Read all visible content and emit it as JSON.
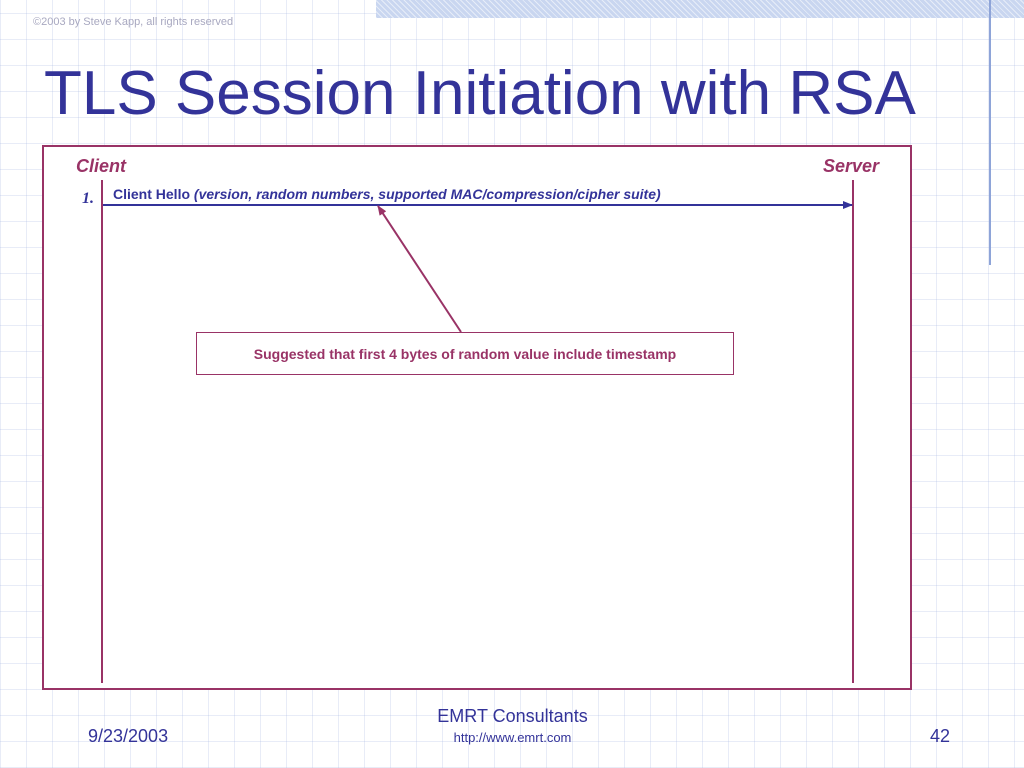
{
  "slide": {
    "copyright": "©2003 by Steve Kapp, all rights reserved",
    "title": "TLS Session Initiation with RSA"
  },
  "diagram": {
    "client_label": "Client",
    "server_label": "Server",
    "steps": [
      {
        "number": "1.",
        "message": "Client Hello",
        "params": "(version, random numbers, supported MAC/compression/cipher suite)"
      }
    ],
    "callout": "Suggested that first 4 bytes of random value include timestamp"
  },
  "footer": {
    "date": "9/23/2003",
    "company": "EMRT Consultants",
    "url": "http://www.emrt.com",
    "page": "42"
  },
  "colors": {
    "title": "#333399",
    "accent": "#993366",
    "arrow": "#333399"
  }
}
